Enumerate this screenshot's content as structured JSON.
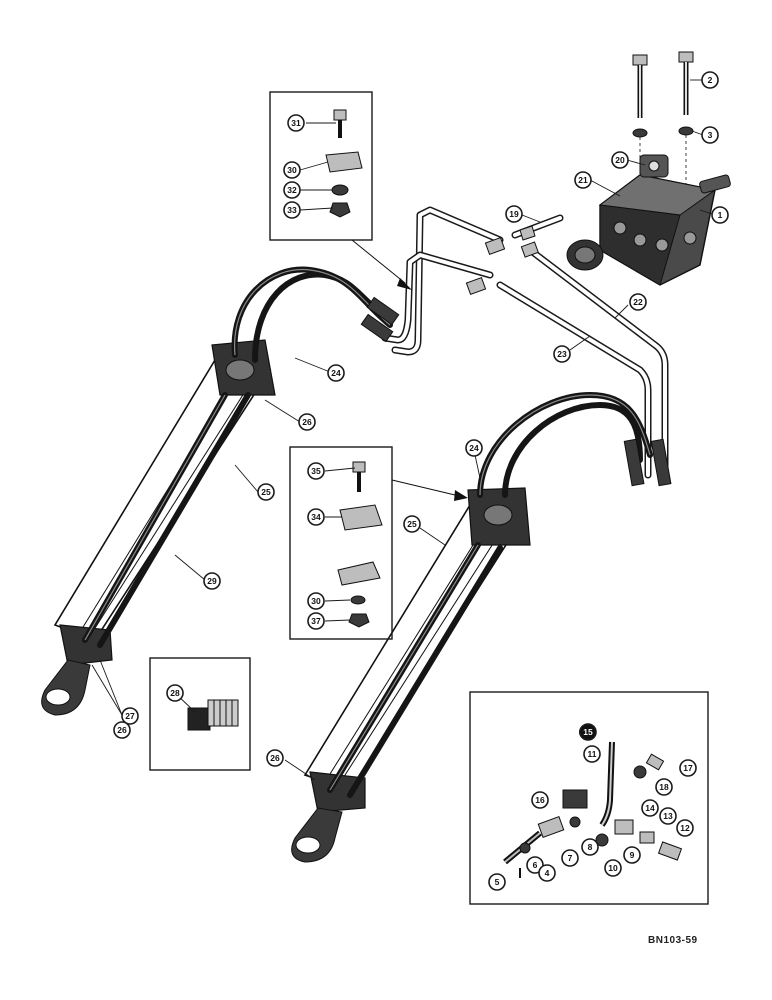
{
  "catalog_number": "BN103-59",
  "callouts": {
    "c1": "1",
    "c2": "2",
    "c3": "3",
    "c4": "4",
    "c5": "5",
    "c6": "6",
    "c7": "7",
    "c8": "8",
    "c9": "9",
    "c10": "10",
    "c11": "11",
    "c12": "12",
    "c13": "13",
    "c14": "14",
    "c15": "15",
    "c16": "16",
    "c17": "17",
    "c18": "18",
    "c19": "19",
    "c20": "20",
    "c21": "21",
    "c22": "22",
    "c23": "23",
    "c24a": "24",
    "c24b": "24",
    "c25a": "25",
    "c25b": "25",
    "c26a": "26",
    "c26b": "26",
    "c26c": "26",
    "c27": "27",
    "c28": "28",
    "c29": "29",
    "c30a": "30",
    "c30b": "30",
    "c31": "31",
    "c32": "32",
    "c33": "33",
    "c34": "34",
    "c35": "35",
    "c37": "37"
  }
}
